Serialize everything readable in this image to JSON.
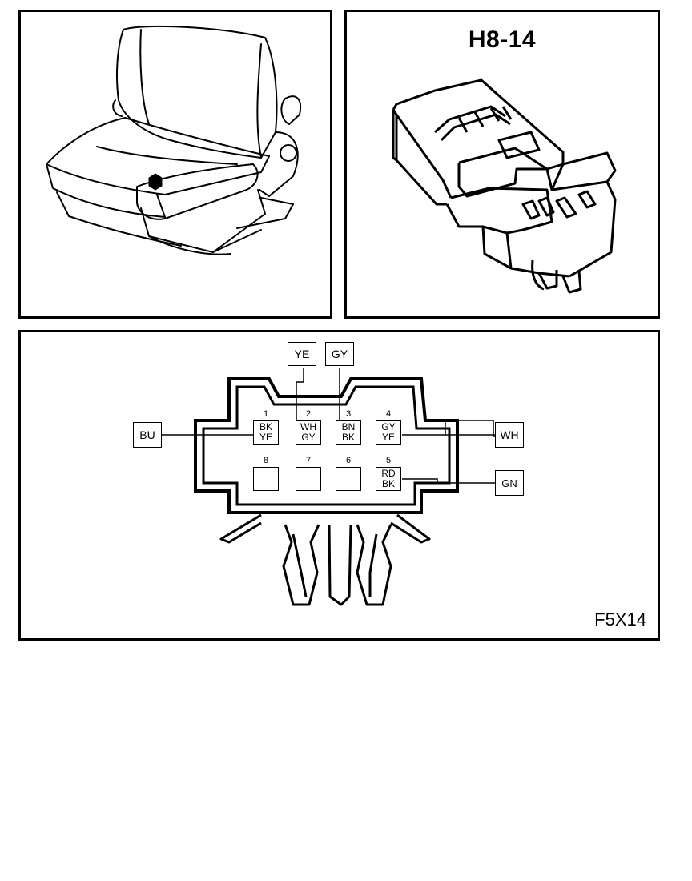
{
  "connector": {
    "id": "H8-14",
    "figure_code": "F5X14",
    "pins": [
      {
        "number": "1",
        "line1": "BK",
        "line2": "YE"
      },
      {
        "number": "2",
        "line1": "WH",
        "line2": "GY"
      },
      {
        "number": "3",
        "line1": "BN",
        "line2": "BK"
      },
      {
        "number": "4",
        "line1": "GY",
        "line2": "YE"
      },
      {
        "number": "8",
        "line1": "",
        "line2": ""
      },
      {
        "number": "7",
        "line1": "",
        "line2": ""
      },
      {
        "number": "6",
        "line1": "",
        "line2": ""
      },
      {
        "number": "5",
        "line1": "RD",
        "line2": "BK"
      }
    ],
    "wire_tags": {
      "top_left": "YE",
      "top_right": "GY",
      "left": "BU",
      "right_upper": "WH",
      "right_lower": "GN"
    }
  }
}
